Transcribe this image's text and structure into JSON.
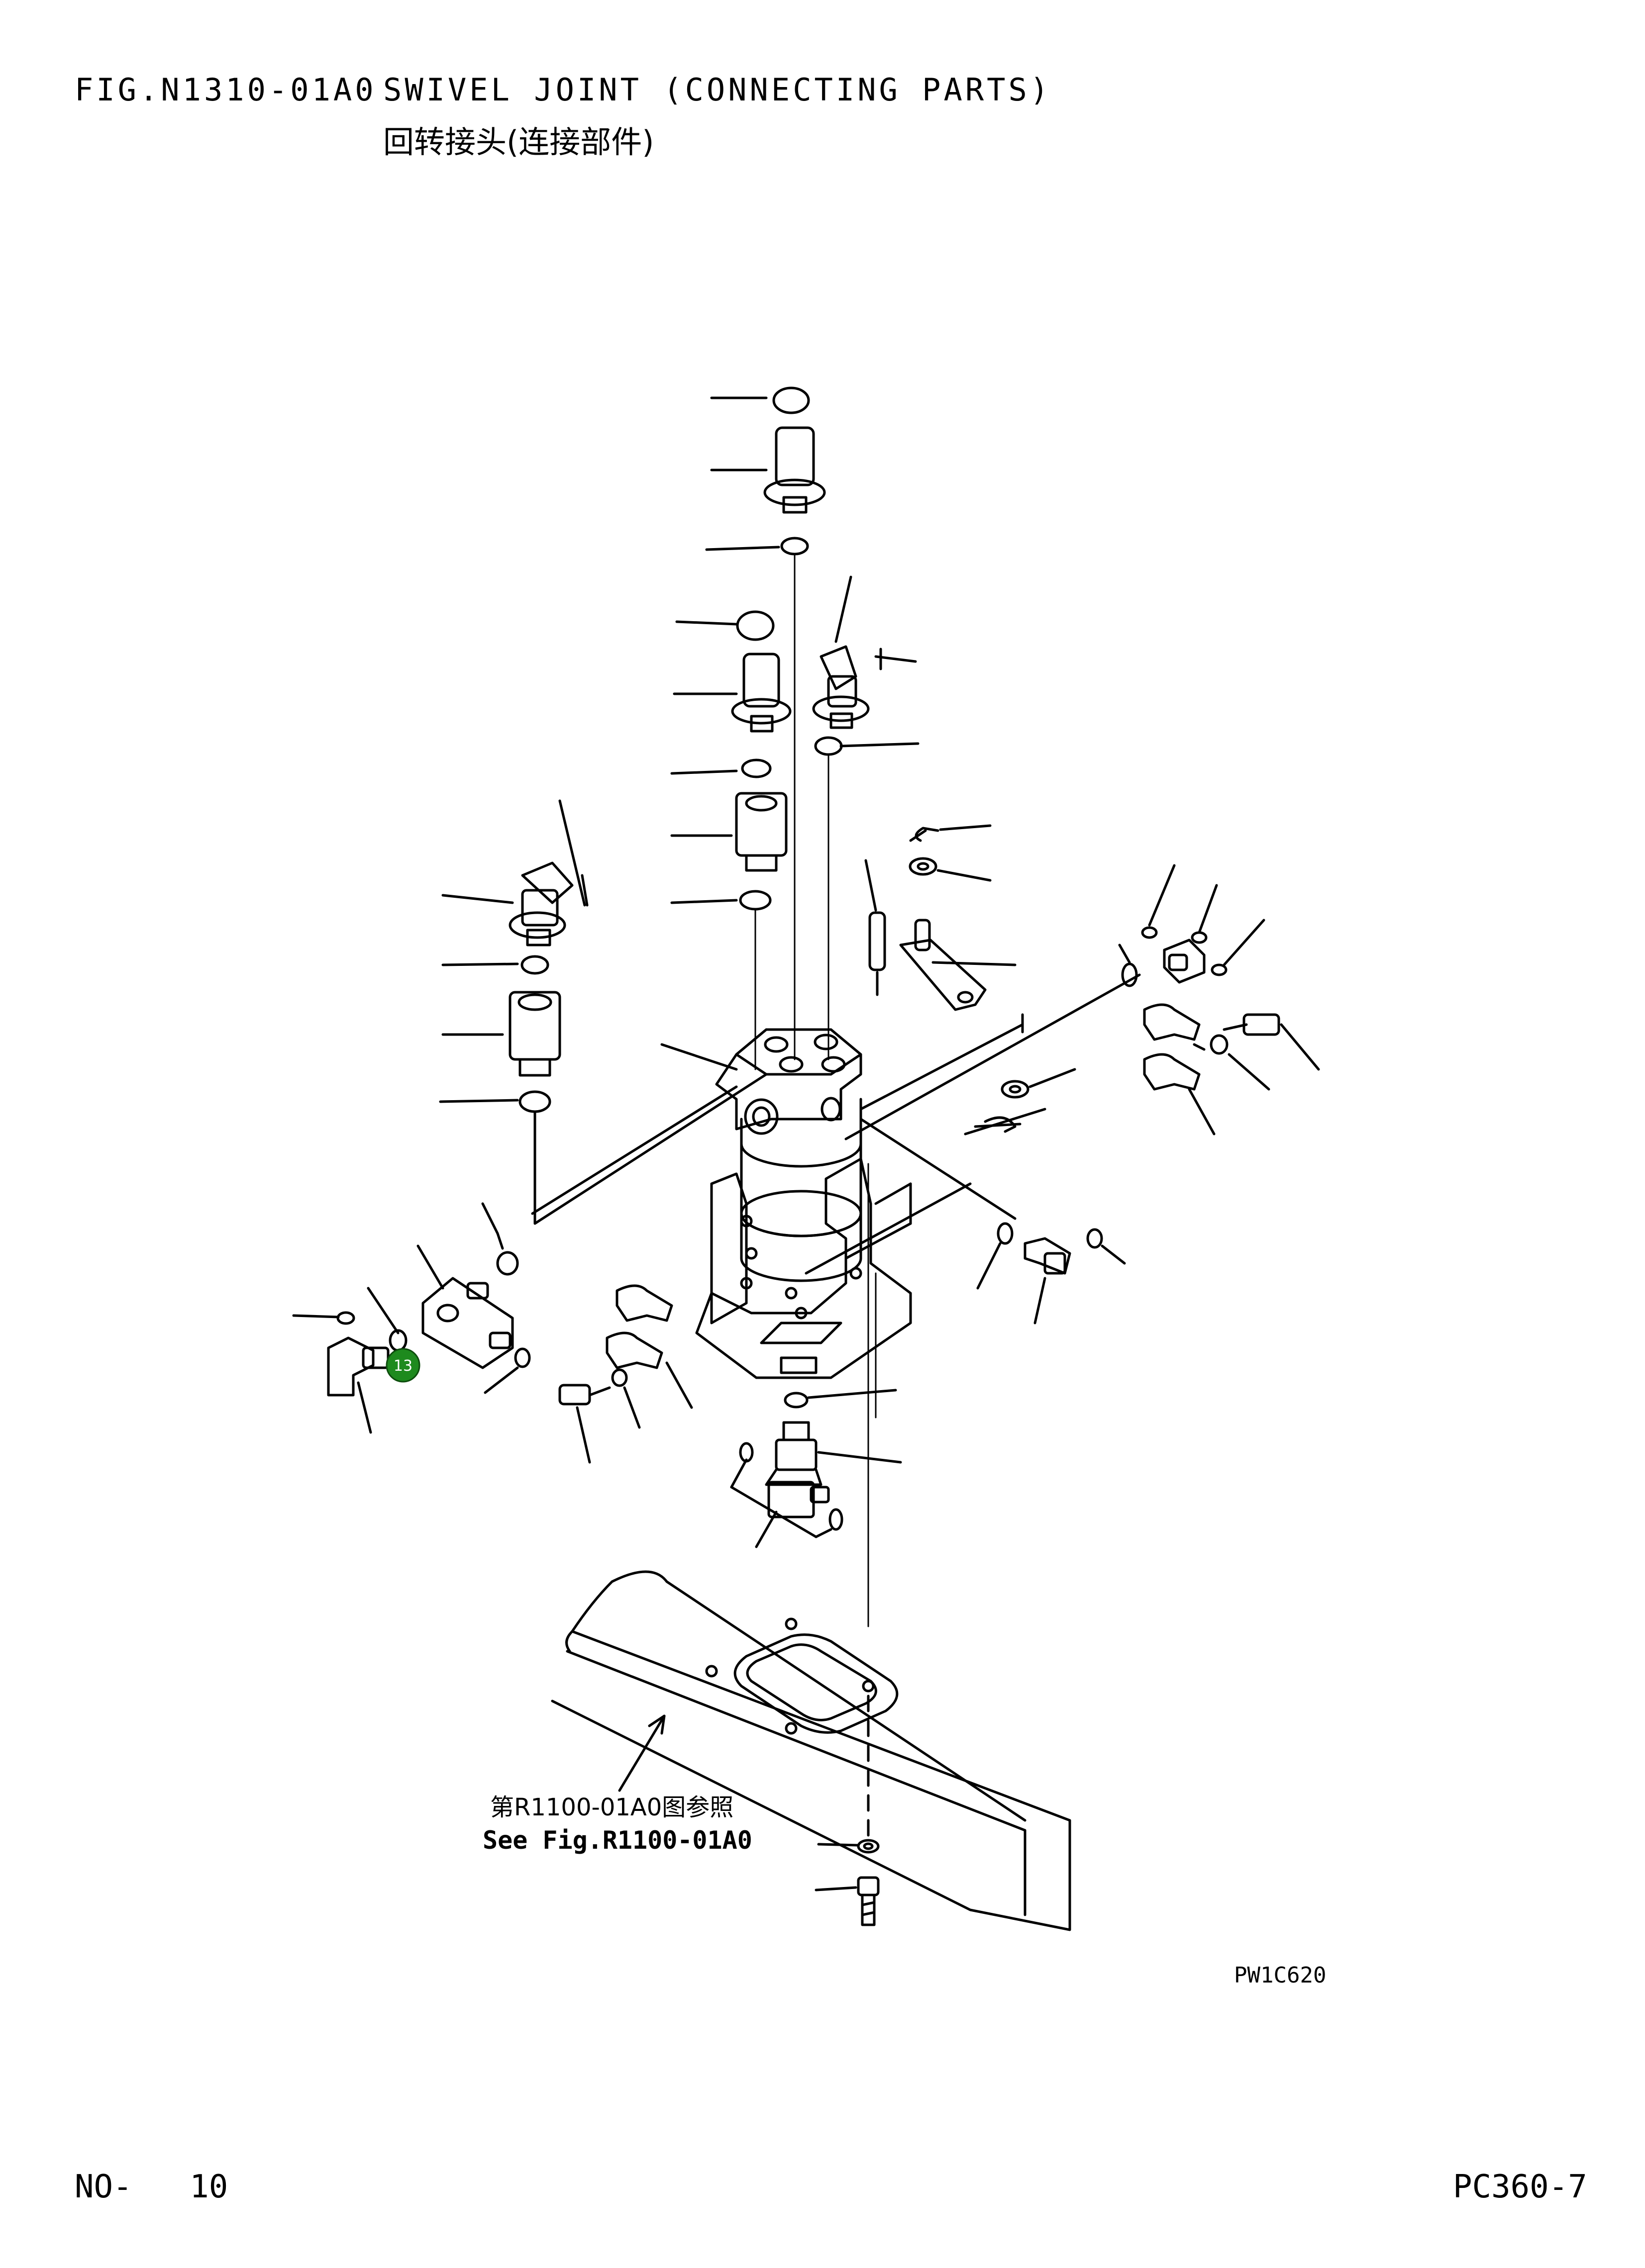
{
  "header": {
    "fig_no": "FIG.N1310-01A0",
    "title_en": "SWIVEL JOINT (CONNECTING PARTS)",
    "title_cn": "回转接头(连接部件)"
  },
  "drawing": {
    "reference_cn": "第R1100-01A0图参照",
    "reference_en": "See Fig.R1100-01A0",
    "drawing_code": "PW1C620",
    "callouts": [
      {
        "label": "13",
        "color": "#1e8a1e"
      }
    ]
  },
  "footer": {
    "page": "NO-   10",
    "model": "PC360-7"
  }
}
